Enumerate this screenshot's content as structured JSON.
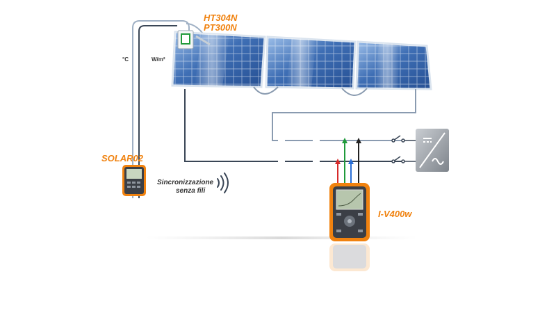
{
  "labels": {
    "sensor_model_1": "HT304N",
    "sensor_model_2": "PT300N",
    "remote_unit": "SOLAR02",
    "main_unit": "I-V400w",
    "wireless_line1": "Sincronizzazione",
    "wireless_line2": "senza fili",
    "unit_temperature": "°C",
    "unit_irradiance": "W/m²"
  },
  "colors": {
    "accent_orange": "#f0820f",
    "panel_blue": "#3f6fb5",
    "cable_gray": "#8a9bb0",
    "cable_dark": "#3a4656",
    "probe_red": "#d62a2a",
    "probe_green": "#1f9a3a",
    "probe_blue": "#2a6fd6",
    "probe_black": "#222222"
  },
  "icons": [
    "wireless-signal-icon",
    "inverter-icon"
  ]
}
